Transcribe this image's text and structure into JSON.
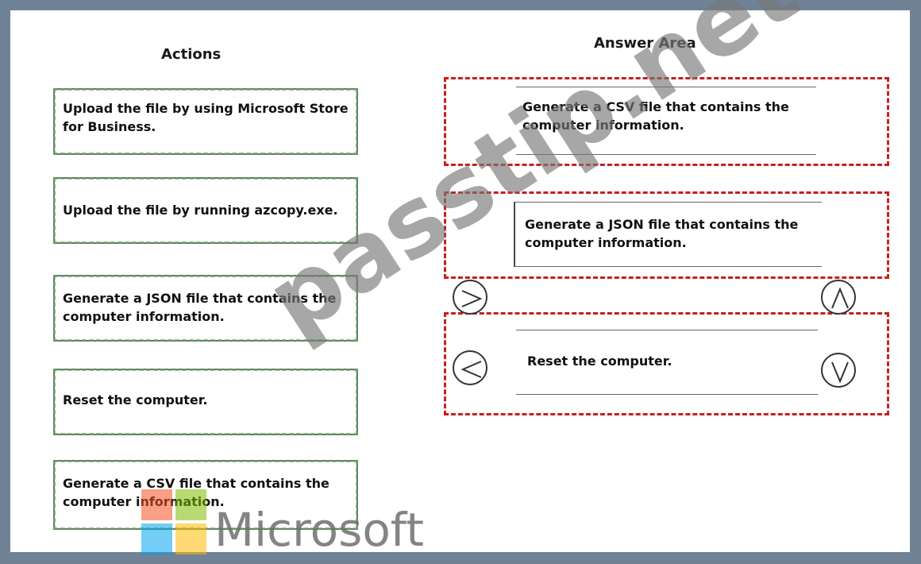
{
  "headings": {
    "actions": "Actions",
    "answer_area": "Answer Area"
  },
  "actions": [
    {
      "text": "Upload the file by using Microsoft Store for Business."
    },
    {
      "text": "Upload the file by running azcopy.exe."
    },
    {
      "text": "Generate a JSON file that contains the computer information."
    },
    {
      "text": "Reset the computer."
    },
    {
      "text": "Generate a CSV file that contains the computer information."
    }
  ],
  "answers": [
    {
      "text": "Generate a CSV file that contains the computer information."
    },
    {
      "text": "Generate a JSON file that contains the computer information."
    },
    {
      "text": "Reset the computer."
    }
  ],
  "controls": {
    "move_left_icon": "chevron-left-icon",
    "move_up_icon": "chevron-up-icon",
    "move_down_icon": "chevron-down-icon"
  },
  "watermark": "passtip.net",
  "logo": {
    "text": "Microsoft",
    "colors": [
      "#f25022",
      "#7fba00",
      "#00a4ef",
      "#ffb900"
    ]
  },
  "colors": {
    "background": "#6f8296",
    "drop_zone_border": "#c81e1e",
    "card_border_accent": "#5fa85f"
  }
}
